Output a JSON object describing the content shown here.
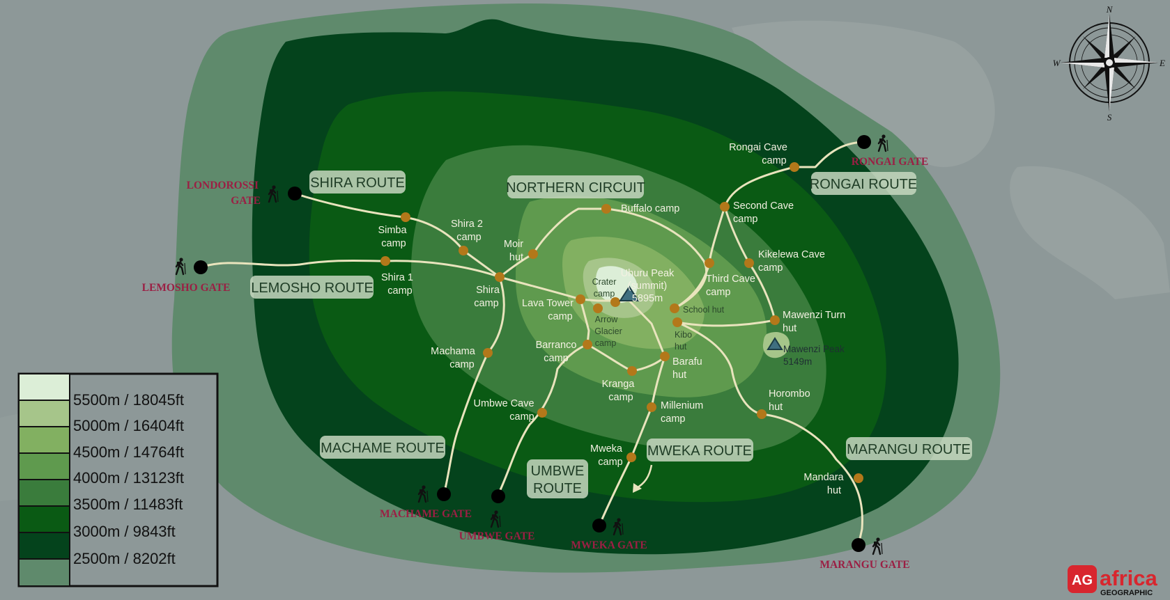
{
  "compass": {
    "n": "N",
    "s": "S",
    "e": "E",
    "w": "W"
  },
  "colors": {
    "background": "#8d9898",
    "zone_2500": "#5f8a6c",
    "zone_3000": "#04431c",
    "zone_3500": "#0a5a14",
    "zone_4000": "#3a7c3c",
    "zone_4500": "#5f9a4e",
    "zone_5000": "#82b061",
    "zone_5500": "#a6c58a",
    "zone_summit": "#dceed7",
    "trail": "#e9e4bd",
    "camp": "#b3781a",
    "gate_text": "#9b1f44"
  },
  "routes": {
    "shira": "SHIRA ROUTE",
    "northern": "NORTHERN CIRCUIT",
    "rongai": "RONGAI ROUTE",
    "lemosho": "LEMOSHO ROUTE",
    "machame": "MACHAME ROUTE",
    "umbwe_1": "UMBWE",
    "umbwe_2": "ROUTE",
    "mweka": "MWEKA ROUTE",
    "marangu": "MARANGU ROUTE"
  },
  "gates": {
    "londorossi_1": "LONDOROSSI",
    "londorossi_2": "GATE",
    "lemosho": "LEMOSHO GATE",
    "rongai": "RONGAI GATE",
    "machame": "MACHAME GATE",
    "umbwe": "UMBWE GATE",
    "mweka": "MWEKA GATE",
    "marangu": "MARANGU GATE"
  },
  "camps": {
    "rongai_cave_1": "Rongai Cave",
    "rongai_cave_2": "camp",
    "second_cave_1": "Second Cave",
    "second_cave_2": "camp",
    "kikelewa_1": "Kikelewa Cave",
    "kikelewa_2": "camp",
    "third_cave_1": "Third Cave",
    "third_cave_2": "camp",
    "mawenzi_turn_1": "Mawenzi Turn",
    "mawenzi_turn_2": "hut",
    "buffalo": "Buffalo camp",
    "moir_1": "Moir",
    "moir_2": "hut",
    "shira2_1": "Shira 2",
    "shira2_2": "camp",
    "simba_1": "Simba",
    "simba_2": "camp",
    "shira1_1": "Shira 1",
    "shira1_2": "camp",
    "shira_1": "Shira",
    "shira_2": "camp",
    "lava_1": "Lava Tower",
    "lava_2": "camp",
    "crater_1": "Crater",
    "crater_2": "camp",
    "arrow_1": "Arrow",
    "arrow_2": "Glacier",
    "arrow_3": "camp",
    "school": "School hut",
    "kibo_1": "Kibo",
    "kibo_2": "hut",
    "barranco_1": "Barranco",
    "barranco_2": "camp",
    "barafu_1": "Barafu",
    "barafu_2": "hut",
    "kranga_1": "Kranga",
    "kranga_2": "camp",
    "machama_1": "Machama",
    "machama_2": "camp",
    "umbwe_cave_1": "Umbwe Cave",
    "umbwe_cave_2": "camp",
    "millenium_1": "Millenium",
    "millenium_2": "camp",
    "horombo_1": "Horombo",
    "horombo_2": "hut",
    "mweka_1": "Mweka",
    "mweka_2": "camp",
    "mandara_1": "Mandara",
    "mandara_2": "hut"
  },
  "peaks": {
    "uhuru_1": "Uhuru Peak",
    "uhuru_2": "(summit)",
    "uhuru_3": "5895m",
    "mawenzi_1": "Mawenzi Peak",
    "mawenzi_2": "5149m"
  },
  "legend": [
    {
      "label": "5500m / 18045ft"
    },
    {
      "label": "5000m / 16404ft"
    },
    {
      "label": "4500m / 14764ft"
    },
    {
      "label": "4000m / 13123ft"
    },
    {
      "label": "3500m / 11483ft"
    },
    {
      "label": "3000m / 9843ft"
    },
    {
      "label": "2500m / 8202ft"
    }
  ],
  "logo": {
    "badge": "AG",
    "name": "africa",
    "sub": "GEOGRAPHIC"
  }
}
